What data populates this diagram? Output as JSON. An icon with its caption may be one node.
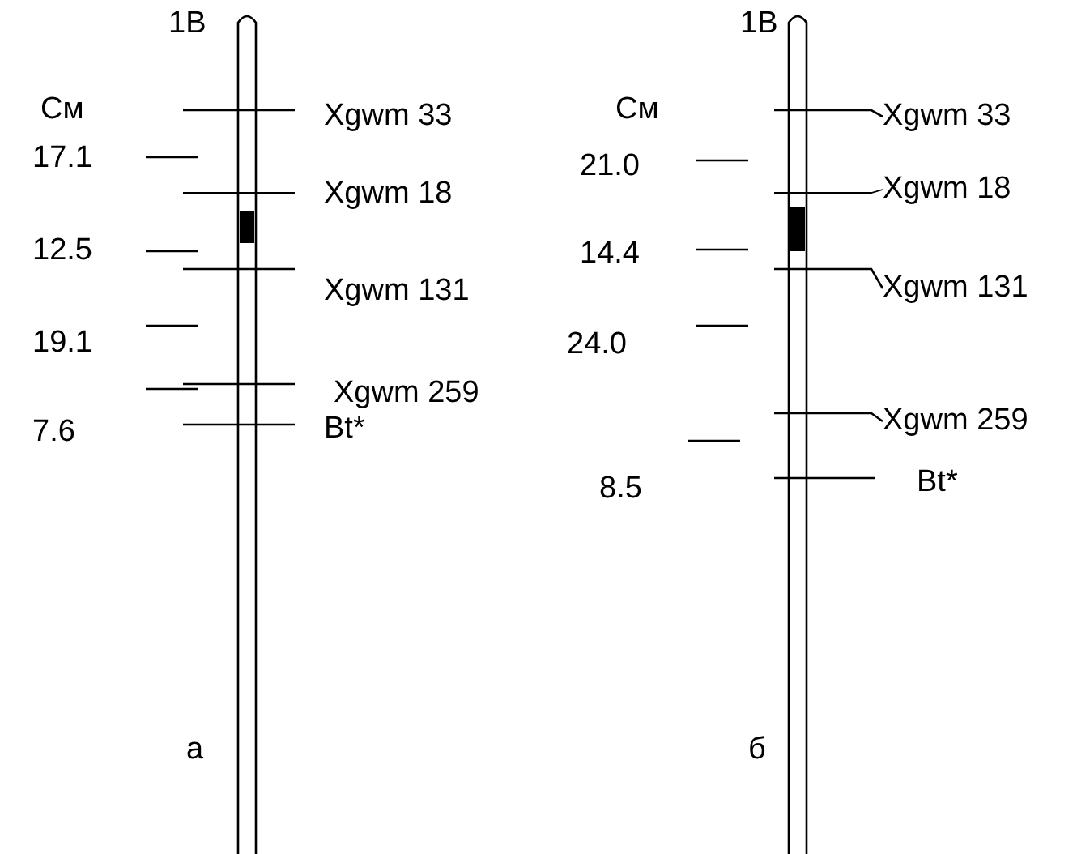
{
  "diagram": {
    "labels": [
      "1В",
      "См",
      "Xgwm 33",
      "17.1",
      "Xgwm 18",
      "12.5",
      "Xgwm 131",
      "19.1",
      "Xgwm 259",
      "7.6",
      "Bt*",
      "а",
      "1В",
      "См",
      "Xgwm 33",
      "21.0",
      "Xgwm 18",
      "14.4",
      "Xgwm 131",
      "24.0",
      "Xgwm 259",
      "8.5",
      "Bt*",
      "б"
    ]
  }
}
